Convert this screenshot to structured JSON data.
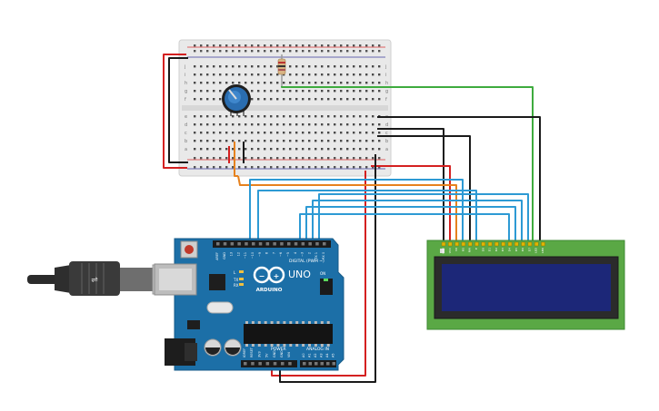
{
  "arduino": {
    "logo_text": "ARDUINO",
    "model_label": "UNO",
    "digital_header_label": "DIGITAL (PWM ~)",
    "power_header_label": "POWER",
    "analog_header_label": "ANALOG IN",
    "led_labels": [
      "L",
      "TX",
      "RX"
    ],
    "on_label": "ON",
    "top_header_pins": [
      "AREF",
      "GND",
      "13",
      "12",
      "~11",
      "~10",
      "~9",
      "8",
      "7",
      "~6",
      "~5",
      "4",
      "~3",
      "2",
      "TX 1",
      "RX 0"
    ],
    "power_pins": [
      "IOREF",
      "RESET",
      "3V3",
      "5V",
      "GND",
      "GND",
      "VIN"
    ],
    "analog_pins": [
      "A0",
      "A1",
      "A2",
      "A3",
      "A4",
      "A5"
    ]
  },
  "lcd": {
    "pin_labels": [
      "GND",
      "VCC",
      "V0",
      "RS",
      "RW",
      "E",
      "D0",
      "D1",
      "D2",
      "D3",
      "D4",
      "D5",
      "D6",
      "D7",
      "LED",
      "LED"
    ]
  },
  "breadboard": {
    "row_letters_top": [
      "j",
      "i",
      "h",
      "g",
      "f"
    ],
    "row_letters_bottom": [
      "e",
      "d",
      "c",
      "b",
      "a"
    ]
  },
  "colors": {
    "board_blue": "#1c6fa7",
    "lcd_green": "#5aa845",
    "lcd_screen": "#1c2778",
    "wire_red": "#d42020",
    "wire_black": "#1a1a1a",
    "wire_green": "#3eab3e",
    "wire_blue": "#2d9ad4",
    "wire_orange": "#e6821e",
    "potentiometer": "#2a6db0"
  },
  "icons": {
    "usb_cable": "usb-cable-icon",
    "potentiometer": "potentiometer-icon",
    "resistor": "resistor-icon",
    "arduino_logo": "arduino-infinity-icon"
  }
}
